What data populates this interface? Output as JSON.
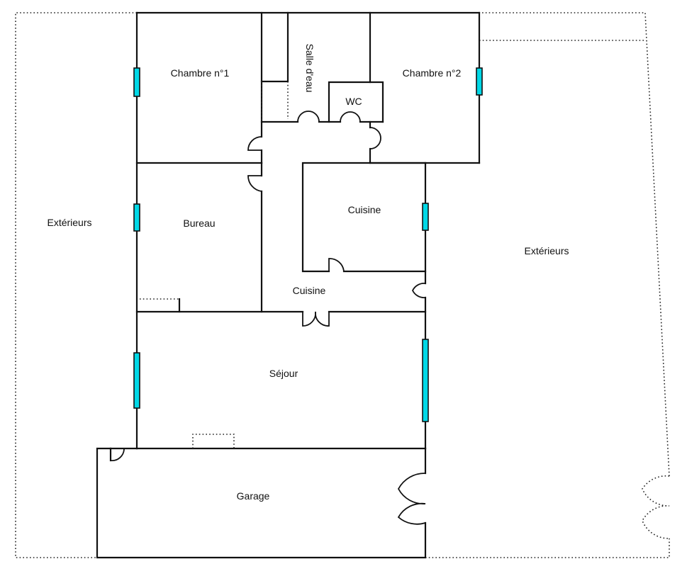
{
  "rooms": {
    "chambre1": "Chambre n°1",
    "salle_eau": "Salle d'eau",
    "wc": "WC",
    "chambre2": "Chambre n°2",
    "bureau": "Bureau",
    "cuisine": "Cuisine",
    "cuisine_hall": "Cuisine",
    "sejour": "Séjour",
    "garage": "Garage",
    "exterieurs_left": "Extérieurs",
    "exterieurs_right": "Extérieurs"
  },
  "colors": {
    "wall": "#111111",
    "window": "#00d8e6",
    "background": "#ffffff"
  }
}
